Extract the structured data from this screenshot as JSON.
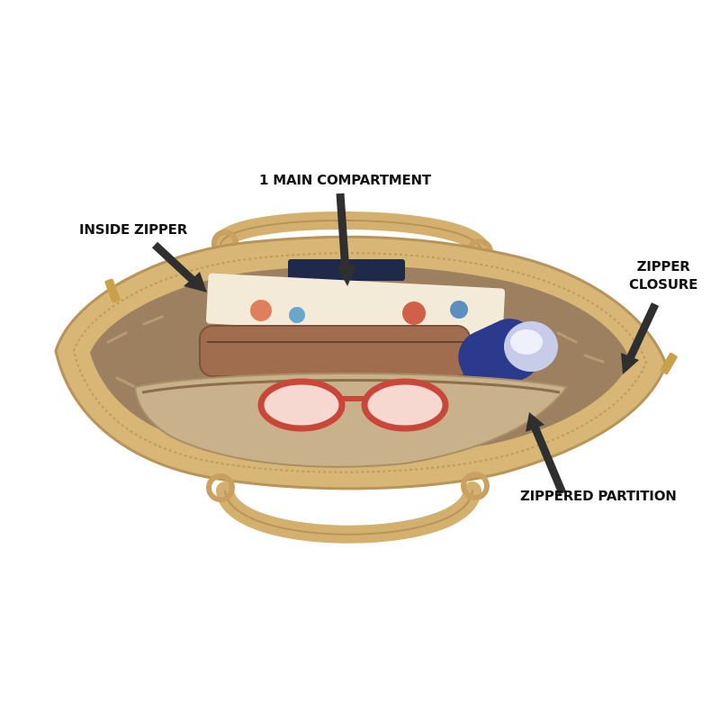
{
  "callouts": {
    "main_compartment": "1 MAIN COMPARTMENT",
    "inside_zipper": "INSIDE ZIPPER",
    "zipper_closure_line1": "ZIPPER",
    "zipper_closure_line2": "CLOSURE",
    "zippered_partition": "ZIPPERED PARTITION"
  },
  "colors": {
    "background": "#ffffff",
    "bag_tan": "#d8b675",
    "bag_shadow": "#b8935a",
    "lining": "#9c8060",
    "arrow": "#2f2f2f",
    "wallet": "#a06e4f",
    "sunglasses": "#c9463a",
    "bottle": "#2b3a8c"
  }
}
